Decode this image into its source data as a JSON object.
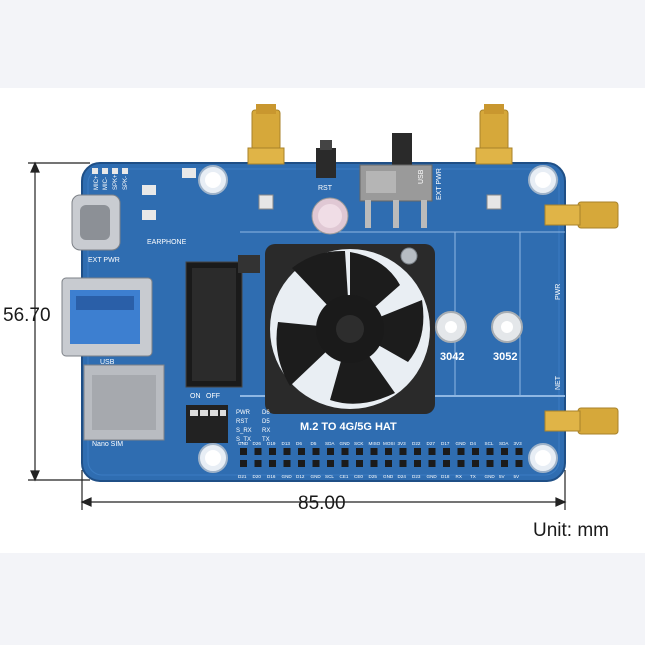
{
  "dimensions": {
    "height": "56.70",
    "width": "85.00",
    "unit_label": "Unit: mm"
  },
  "board": {
    "title": "M.2 TO 4G/5G HAT",
    "labels": {
      "ext_pwr_left": "EXT PWR",
      "ext_pwr_top": "EXT PWR",
      "earphone": "EARPHONE",
      "usb_left": "USB",
      "usb_top": "USB",
      "nano_sim": "Nano SIM",
      "rst": "RST",
      "on": "ON",
      "off": "OFF",
      "pwr": "PWR",
      "net": "NET",
      "hole_3042": "3042",
      "hole_3052": "3052",
      "mic_p": "MIC+",
      "mic_n": "MIC-",
      "spk_p": "SPK+",
      "spk_n": "SPK-"
    },
    "dip_labels": [
      "PWR",
      "RST",
      "S_RX",
      "S_TX"
    ],
    "dip_pins": [
      "D6",
      "D5",
      "RX",
      "TX"
    ],
    "pin_labels_top": [
      "GND",
      "D26",
      "D19",
      "D13",
      "D6",
      "D5",
      "SDA",
      "GND",
      "SCK",
      "MISO",
      "MOSI",
      "3V3",
      "D22",
      "D27",
      "D17",
      "GND",
      "D4",
      "SCL",
      "SDA",
      "3V3"
    ],
    "pin_labels_bottom": [
      "D21",
      "D20",
      "D16",
      "GND",
      "D12",
      "GND",
      "SCL",
      "CE1",
      "CE0",
      "D25",
      "GND",
      "D24",
      "D23",
      "GND",
      "D18",
      "RX",
      "TX",
      "GND",
      "5V",
      "5V"
    ]
  },
  "colors": {
    "board": "#2f6db1",
    "board_edge": "#1f4f86",
    "silk": "#ffffff",
    "gold": "#d6a83a",
    "fan": "#1c1c1c"
  }
}
